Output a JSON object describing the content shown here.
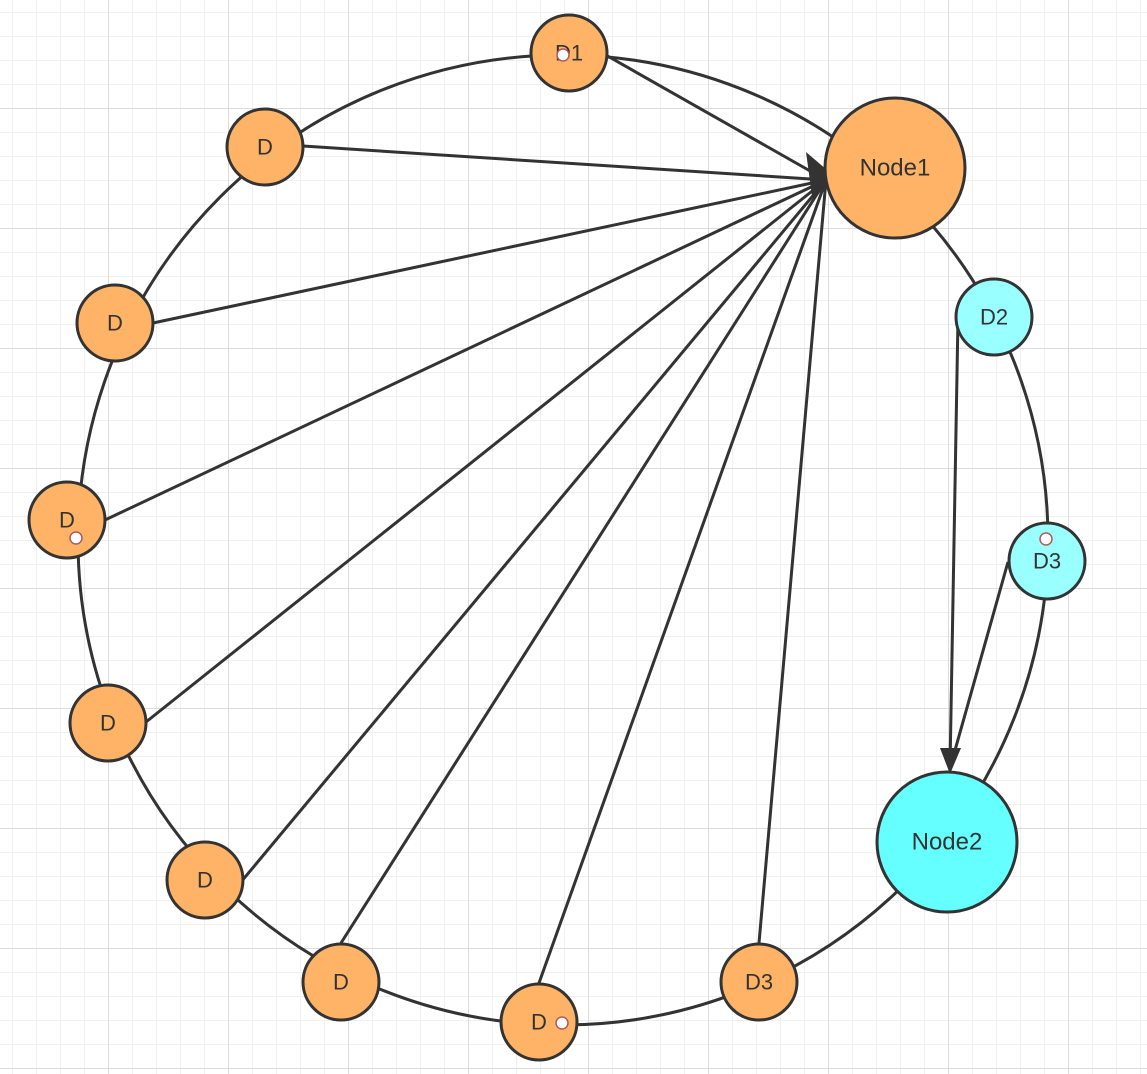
{
  "colors": {
    "orange": "#ffb366",
    "cyan": "#66ffff",
    "cyan_light": "#99ffff",
    "stroke": "#333333",
    "grid": "#dcdcdc"
  },
  "hubs": [
    {
      "id": "node1",
      "label": "Node1",
      "color": "orange"
    },
    {
      "id": "node2",
      "label": "Node2",
      "color": "cyan"
    }
  ],
  "ring_nodes": [
    {
      "id": "d1-top",
      "label": "D1",
      "color": "orange",
      "target": "node1",
      "marker": true
    },
    {
      "id": "d-1",
      "label": "D",
      "color": "orange",
      "target": "node1",
      "marker": false
    },
    {
      "id": "d-2",
      "label": "D",
      "color": "orange",
      "target": "node1",
      "marker": false
    },
    {
      "id": "d-3",
      "label": "D",
      "color": "orange",
      "target": "node1",
      "marker": true
    },
    {
      "id": "d-4",
      "label": "D",
      "color": "orange",
      "target": "node1",
      "marker": false
    },
    {
      "id": "d-5",
      "label": "D",
      "color": "orange",
      "target": "node1",
      "marker": false
    },
    {
      "id": "d-6",
      "label": "D",
      "color": "orange",
      "target": "node1",
      "marker": false
    },
    {
      "id": "d-7",
      "label": "D",
      "color": "orange",
      "target": "node1",
      "marker": true
    },
    {
      "id": "d3-bottom",
      "label": "D3",
      "color": "orange",
      "target": "node1",
      "marker": false
    },
    {
      "id": "d2-right",
      "label": "D2",
      "color": "cyan_light",
      "target": "node2",
      "marker": false
    },
    {
      "id": "d3-right",
      "label": "D3",
      "color": "cyan_light",
      "target": "node2",
      "marker": true
    }
  ]
}
